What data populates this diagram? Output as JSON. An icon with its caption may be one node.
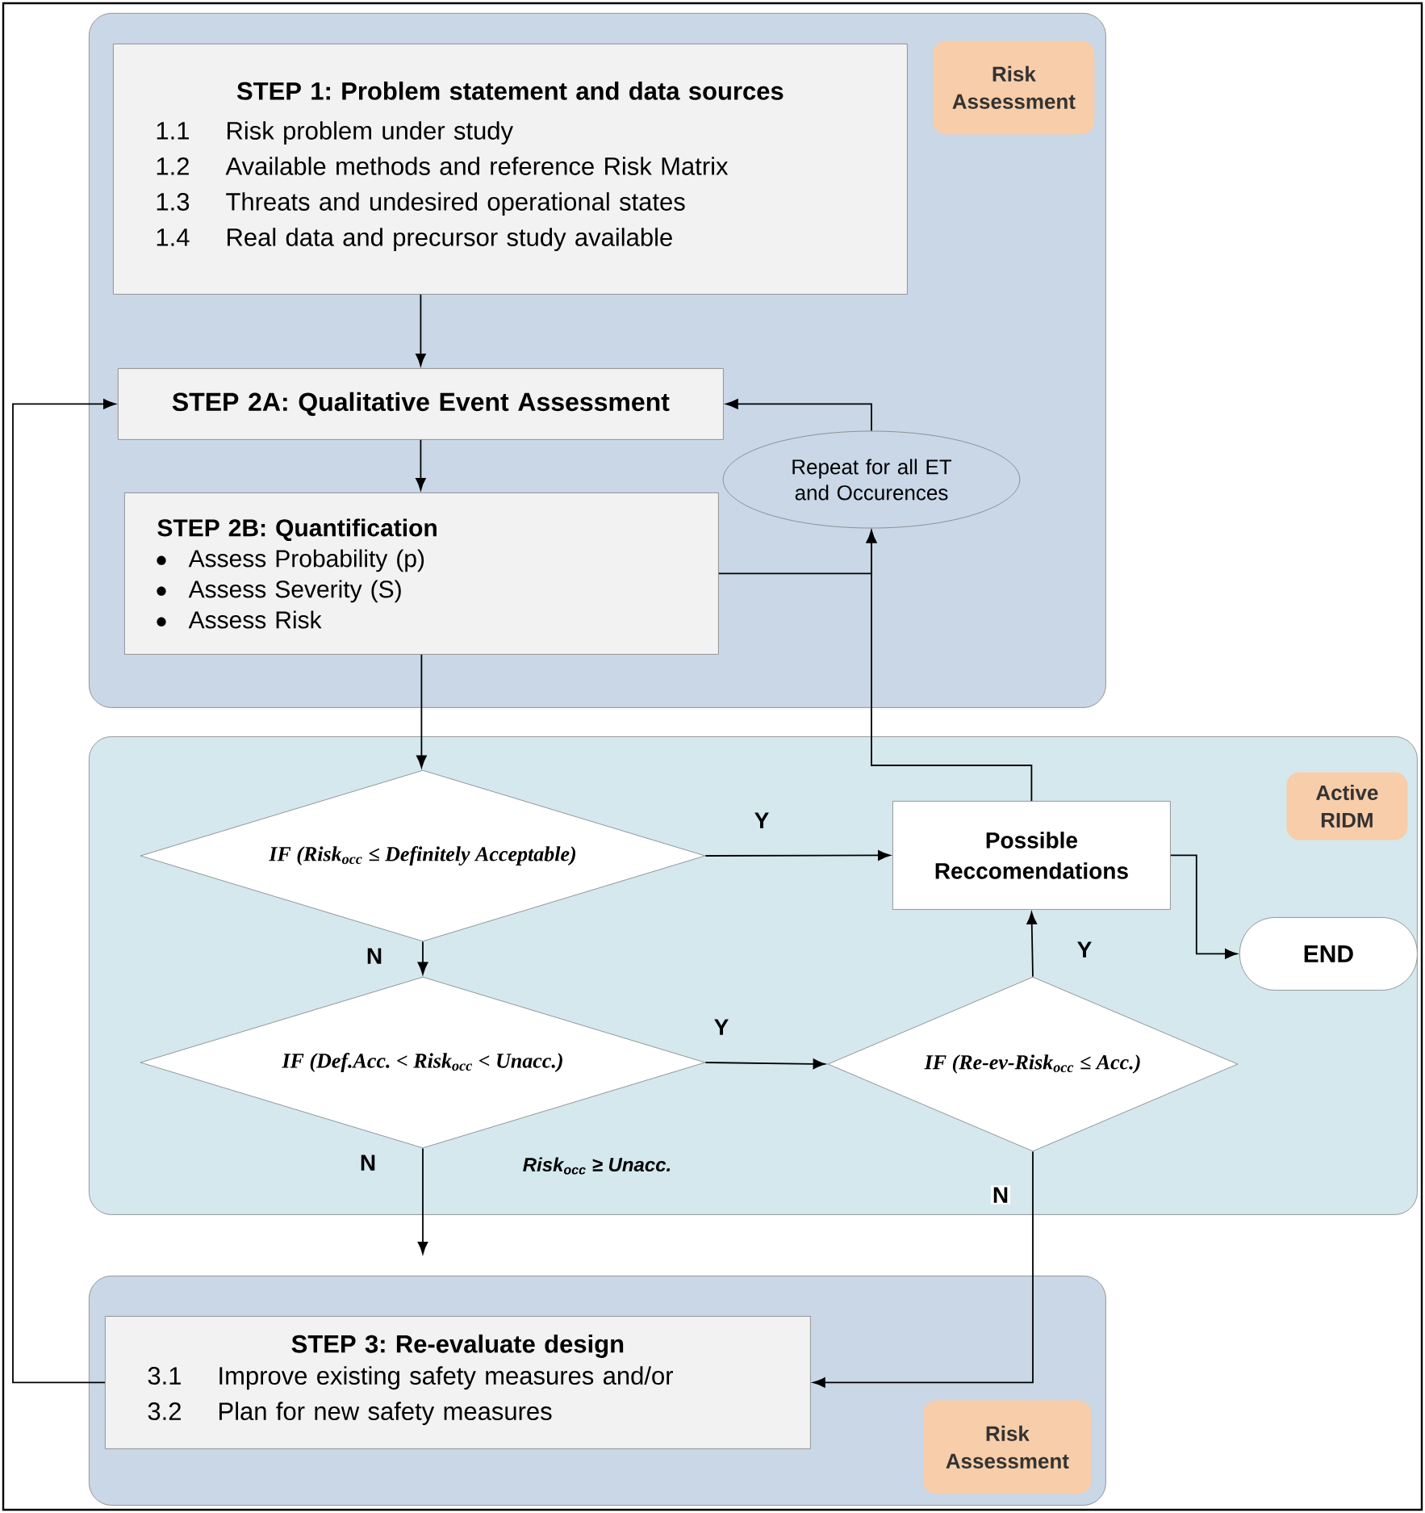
{
  "diagram": {
    "nodes": [
      {
        "text": [],
        "shape": "box"
      },
      {
        "text": [
          "Risk Assessment"
        ],
        "in": 0
      },
      {
        "text": [
          "STEP 1: Problem statement and data sources",
          "1.1",
          "Risk problem under study",
          "1.2",
          "Available methods and reference Risk Matrix",
          "1.3",
          "Threats and undesired operational states",
          "1.4",
          "Real data and precursor study available"
        ],
        "in": 0
      },
      {
        "text": [
          "STEP 2A: Qualitative Event Assessment"
        ],
        "in": 0
      },
      {
        "text": [
          "Repeat for all ET and Occurences"
        ],
        "in": 0
      },
      {
        "text": [
          "STEP 2B: Quantification",
          "Assess Probability (p)",
          "Assess Severity (S)",
          "Assess Risk"
        ],
        "in": 0
      },
      {
        "text": [],
        "shape": "box"
      },
      {
        "text": [
          "Active RIDM"
        ],
        "in": 6
      },
      {
        "text": [
          "IF (Risk$_{occ}$ ≤ Definitely Acceptable)"
        ],
        "in": 6
      },
      {
        "text": [
          "Possible Reccomendations"
        ],
        "in": 6
      },
      {
        "text": [
          "END"
        ],
        "in": 6
      },
      {
        "text": [
          "IF (Def.Acc. < Risk$_{occ}$ < Unacc.)"
        ],
        "in": 6
      },
      {
        "text": [
          "IF (Re-ev-Risk$_{occ}$ ≤ Acc.)"
        ],
        "in": 6
      },
      {
        "text": [],
        "shape": "box"
      },
      {
        "text": [
          "STEP 3: Re-evaluate design",
          "3.1",
          "Improve existing safety measures and/or",
          "3.2",
          "Plan for new safety measures"
        ],
        "in": 13
      },
      {
        "text": [
          "Risk Assessment"
        ],
        "in": 13
      }
    ],
    "edges": [
      {
        "from": 2,
        "to": 3,
        "arrow": "to"
      },
      {
        "from": 3,
        "to": 5,
        "arrow": "to"
      },
      {
        "from": 5,
        "to": 8,
        "arrow": "to"
      },
      {
        "from": 5,
        "to": 4,
        "arrow": "to"
      },
      {
        "from": 9,
        "to": 4,
        "arrow": "to"
      },
      {
        "from": 4,
        "to": 3,
        "arrow": "to"
      },
      {
        "from": 8,
        "to": 9,
        "arrow": "to",
        "label": "Y"
      },
      {
        "from": 8,
        "to": 11,
        "arrow": "to",
        "label": "N"
      },
      {
        "from": 11,
        "to": 12,
        "arrow": "to",
        "label": "Y"
      },
      {
        "from": 12,
        "to": 9,
        "arrow": "to",
        "label": "Y"
      },
      {
        "from": 9,
        "to": 10,
        "arrow": "to"
      },
      {
        "from": 11,
        "to": 13,
        "arrow": "to",
        "label": "N"
      },
      {
        "from": 12,
        "to": 14,
        "arrow": "to",
        "label": "N"
      },
      {
        "from": 14,
        "to": 3,
        "arrow": "to"
      }
    ],
    "labels": [
      "Risk$_{occ}$ ≥ Unacc."
    ]
  }
}
